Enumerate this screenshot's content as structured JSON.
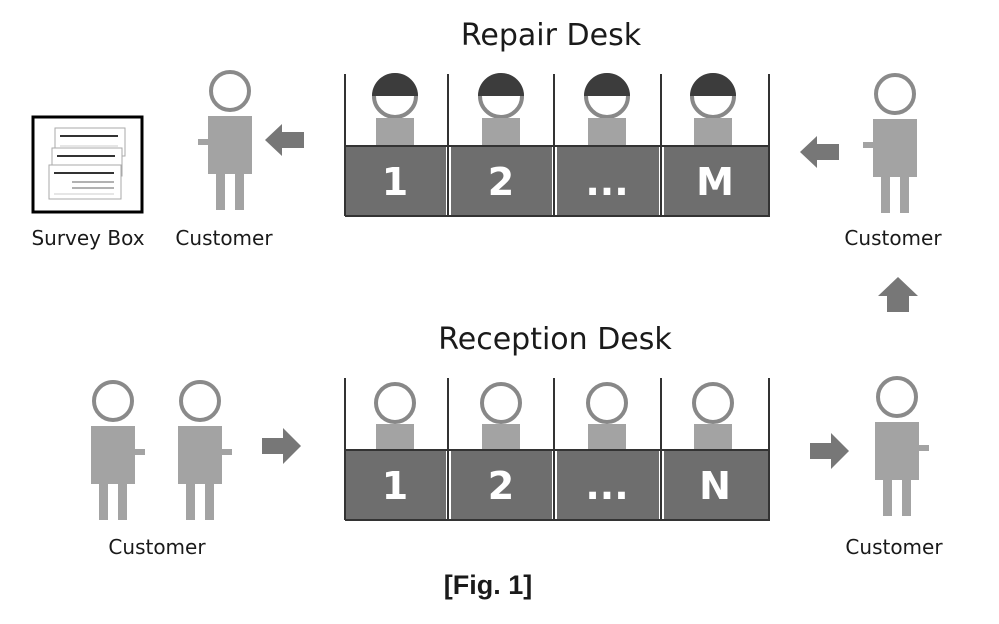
{
  "repair": {
    "title": "Repair Desk",
    "windows": [
      "1",
      "2",
      "...",
      "M"
    ]
  },
  "reception": {
    "title": "Reception Desk",
    "windows": [
      "1",
      "2",
      "...",
      "N"
    ]
  },
  "labels": {
    "survey_box": "Survey Box",
    "customer": "Customer"
  },
  "caption": "[Fig. 1]",
  "colors": {
    "counter": "#6e6e6e",
    "person": "#a3a3a3",
    "arrow": "#777777",
    "head_outline": "#888888",
    "hat": "#3c3c3c",
    "line": "#333333"
  },
  "icons": {
    "person": "person-icon",
    "staff": "staff-icon",
    "survey": "survey-form-icon",
    "arrow": "arrow-icon"
  }
}
